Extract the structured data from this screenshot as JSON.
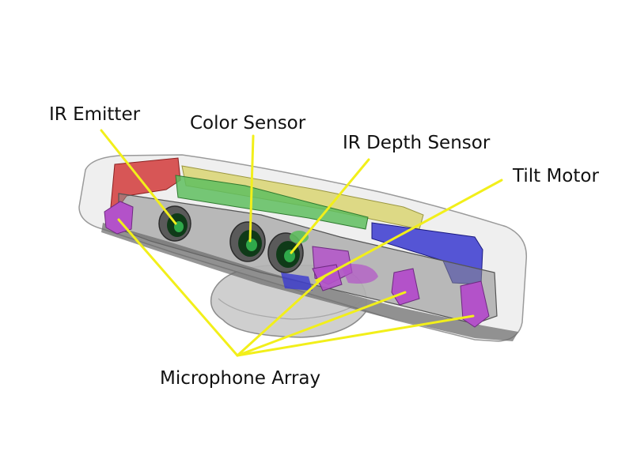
{
  "labels": {
    "ir_emitter": "IR Emitter",
    "color_sensor": "Color Sensor",
    "ir_depth_sensor": "IR Depth Sensor",
    "tilt_motor": "Tilt Motor",
    "microphone_array": "Microphone Array"
  },
  "colors": {
    "leader_line": "#f2ef1a",
    "shell": "#e6e6e6",
    "inner_frame": "#8a8a8a",
    "red_part": "#d23b3b",
    "green_board": "#5fbe5f",
    "yellow_board": "#d8d36a",
    "blue_board": "#3a3ad0",
    "microphone": "#b352c9",
    "lens": "#0f3a18"
  }
}
